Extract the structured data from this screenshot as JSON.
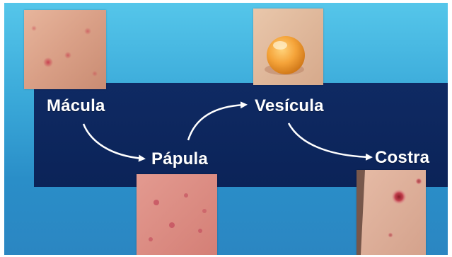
{
  "stages": [
    {
      "label": "Mácula"
    },
    {
      "label": "Pápula"
    },
    {
      "label": "Vesícula"
    },
    {
      "label": "Costra"
    }
  ],
  "colors": {
    "background_top": "#55c6ea",
    "background_bottom": "#2b86c2",
    "band": "#0b2358",
    "label_text": "#ffffff",
    "arrow": "#ffffff"
  },
  "icons": [
    "macula-skin-photo",
    "papula-skin-photo",
    "vesicula-blister-photo",
    "costra-scab-photo",
    "arrow-icon"
  ]
}
